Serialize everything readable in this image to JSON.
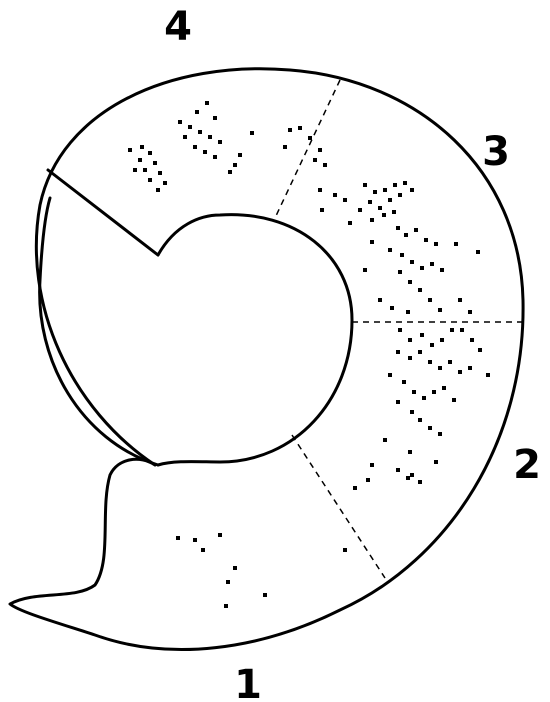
{
  "labels": {
    "zone_1": "1",
    "zone_2": "2",
    "zone_3": "3",
    "zone_4": "4"
  },
  "colors": {
    "ink": "#000000",
    "background": "#ffffff"
  }
}
